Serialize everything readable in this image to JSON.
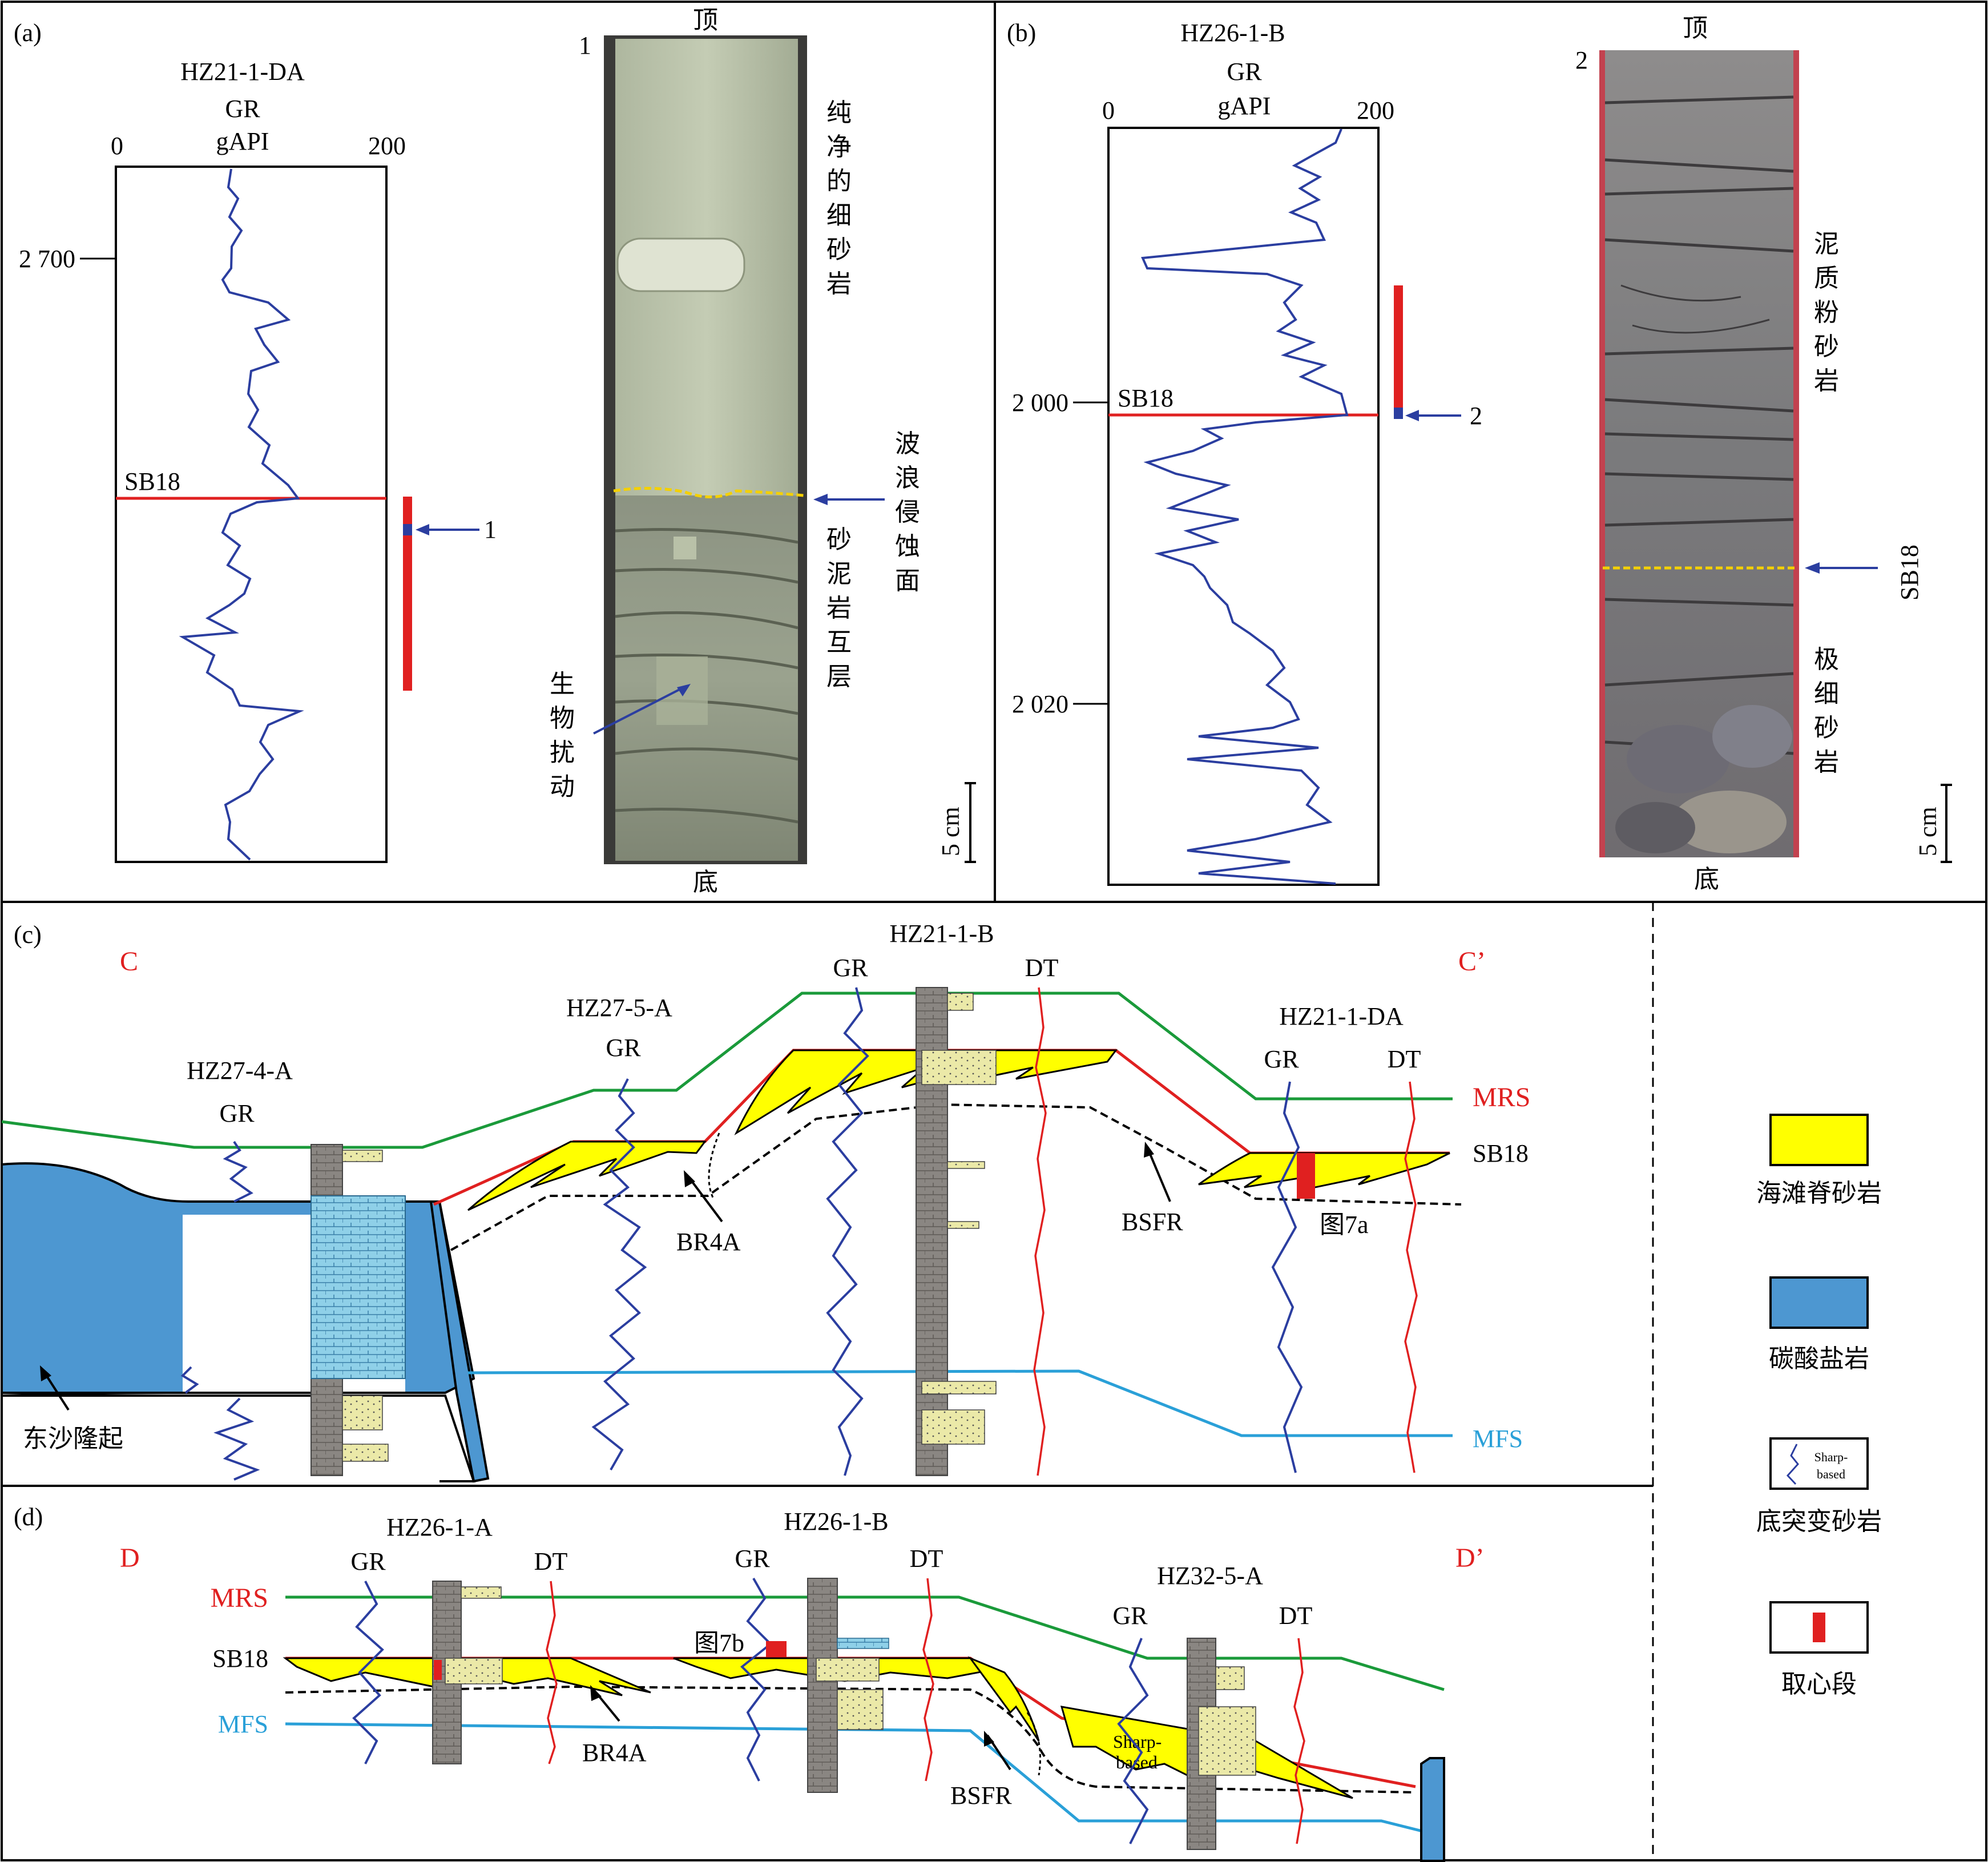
{
  "panels": {
    "a": {
      "tag": "(a)",
      "well": "HZ21-1-DA",
      "log": "GR",
      "unit": "gAPI",
      "scale_min": "0",
      "scale_max": "200",
      "depth": "2 700",
      "surface": "SB18",
      "core_no": "1",
      "top": "顶",
      "bottom": "底",
      "scale_bar": "5 cm",
      "labels": {
        "clean_sand": "纯净的细砂岩",
        "wave_erosion": "波浪侵蚀面",
        "interbed": "砂泥岩互层",
        "bioturbation": "生物扰动"
      }
    },
    "b": {
      "tag": "(b)",
      "well": "HZ26-1-B",
      "log": "GR",
      "unit": "gAPI",
      "scale_min": "0",
      "scale_max": "200",
      "depth_1": "2 000",
      "depth_2": "2 020",
      "surface": "SB18",
      "core_no": "2",
      "top": "顶",
      "bottom": "底",
      "scale_bar": "5 cm",
      "labels": {
        "muddy_silt": "泥质粉砂岩",
        "very_fine_sand": "极细砂岩",
        "sb18_vertical": "SB18"
      }
    },
    "c": {
      "tag": "(c)",
      "start": "C",
      "end": "C’",
      "wells": [
        "HZ27-4-A",
        "HZ27-5-A",
        "HZ21-1-B",
        "HZ21-1-DA"
      ],
      "logs": {
        "gr": "GR",
        "dt": "DT"
      },
      "surfaces": {
        "mrs": "MRS",
        "sb18": "SB18",
        "mfs": "MFS"
      },
      "annotations": {
        "br4a": "BR4A",
        "bsfr": "BSFR",
        "fig7a": "图7a",
        "dongsha": "东沙隆起"
      }
    },
    "d": {
      "tag": "(d)",
      "start": "D",
      "end": "D’",
      "wells": [
        "HZ26-1-A",
        "HZ26-1-B",
        "HZ32-5-A"
      ],
      "logs": {
        "gr": "GR",
        "dt": "DT"
      },
      "surfaces": {
        "mrs": "MRS",
        "sb18": "SB18",
        "mfs": "MFS"
      },
      "annotations": {
        "br4a": "BR4A",
        "bsfr": "BSFR",
        "fig7b": "图7b",
        "sharp_1": "Sharp-",
        "sharp_2": "based"
      }
    }
  },
  "legend": {
    "beach_ridge": "海滩脊砂岩",
    "carbonate": "碳酸盐岩",
    "sharp_based": "底突变砂岩",
    "sharp_icon_1": "Sharp-",
    "sharp_icon_2": "based",
    "cored": "取心段"
  },
  "colors": {
    "sand": "#ffff00",
    "carbonate": "#4d97d1",
    "gr": "#2b3ea0",
    "dt": "#e02020",
    "mrs": "#1a9a3a",
    "sb18": "#e02020",
    "mfs": "#2aa0d8"
  }
}
